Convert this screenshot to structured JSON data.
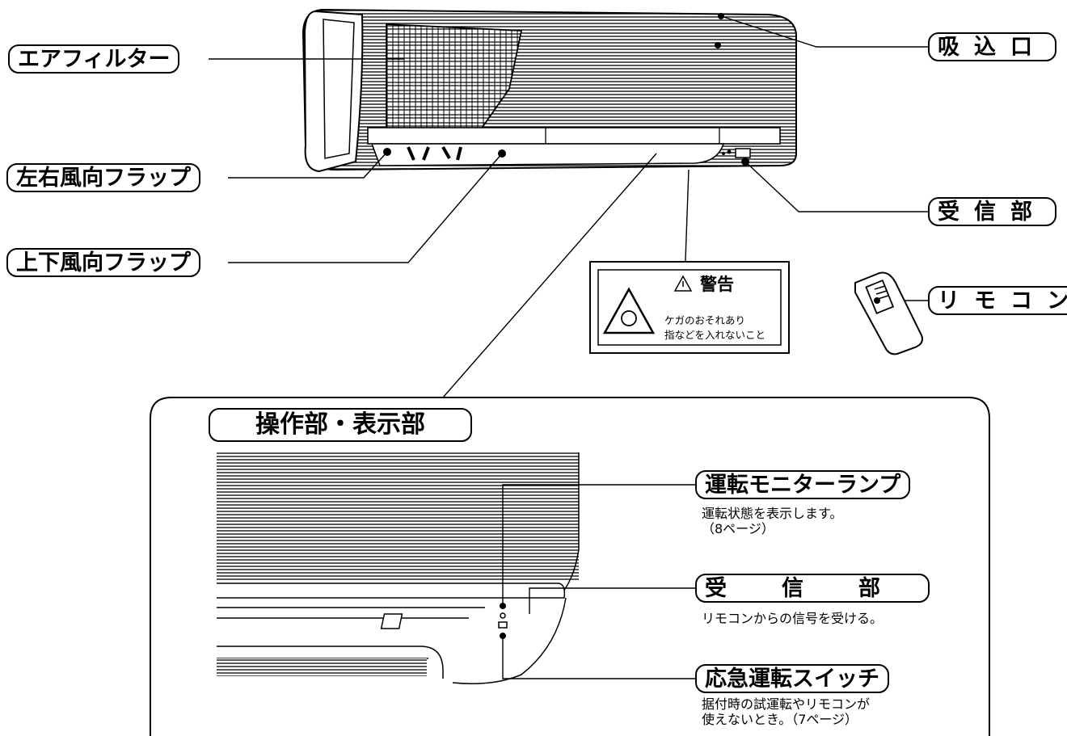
{
  "labels": {
    "air_filter": "エアフィルター",
    "lr_flap": "左右風向フラップ",
    "ud_flap": "上下風向フラップ",
    "intake": "吸込口",
    "receiver": "受信部",
    "remote": "リモコン"
  },
  "warning": {
    "title": "警告",
    "line1": "ケガのおそれあり",
    "line2": "指などを入れないこと"
  },
  "detail": {
    "title": "操作部・表示部",
    "monitor_lamp": {
      "label": "運転モニターランプ",
      "desc": "運転状態を表示します。\n（8ページ）"
    },
    "receiver": {
      "label": "受信部",
      "desc": "リモコンからの信号を受ける。"
    },
    "emergency_switch": {
      "label": "応急運転スイッチ",
      "desc": "据付時の試運転やリモコンが\n使えないとき。（7ページ）"
    }
  }
}
